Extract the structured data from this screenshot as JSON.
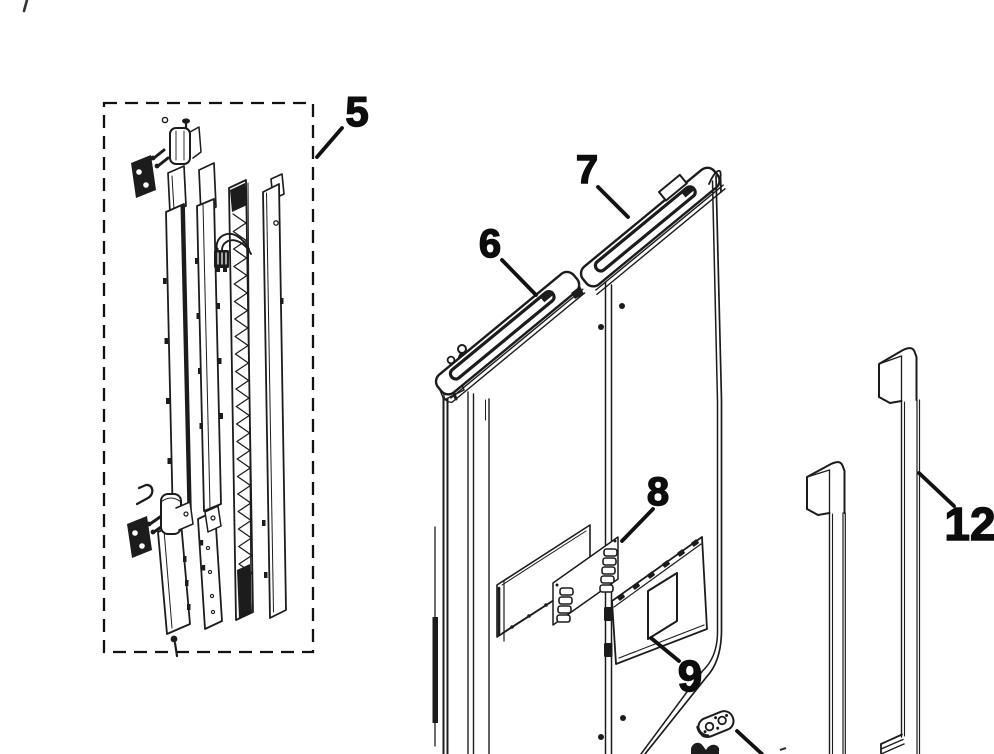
{
  "diagram": {
    "style": "black-and-white exploded parts line drawing",
    "background_color": "#ffffff",
    "line_color": "#1c1c1c"
  },
  "callouts": {
    "c5": "5",
    "c6": "6",
    "c7": "7",
    "c8": "8",
    "c9": "9",
    "c12": "12"
  }
}
